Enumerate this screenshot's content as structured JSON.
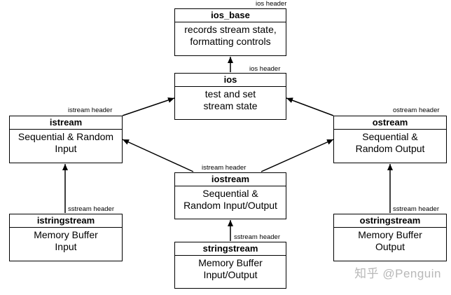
{
  "classes": {
    "ios_base": {
      "name": "ios_base",
      "desc": "records stream state,\nformatting controls",
      "header": "ios header"
    },
    "ios": {
      "name": "ios",
      "desc": "test and set\nstream state",
      "header": "ios header"
    },
    "istream": {
      "name": "istream",
      "desc": "Sequential & Random\nInput",
      "header": "istream header"
    },
    "ostream": {
      "name": "ostream",
      "desc": "Sequential &\nRandom Output",
      "header": "ostream header"
    },
    "iostream": {
      "name": "iostream",
      "desc": "Sequential &\nRandom Input/Output",
      "header": "istream header"
    },
    "istringstream": {
      "name": "istringstream",
      "desc": "Memory Buffer\nInput",
      "header": "sstream header"
    },
    "stringstream": {
      "name": "stringstream",
      "desc": "Memory Buffer\nInput/Output",
      "header": "sstream header"
    },
    "ostringstream": {
      "name": "ostringstream",
      "desc": "Memory Buffer\nOutput",
      "header": "sstream header"
    }
  },
  "relations": [
    {
      "from": "ios",
      "to": "ios_base"
    },
    {
      "from": "istream",
      "to": "ios"
    },
    {
      "from": "ostream",
      "to": "ios"
    },
    {
      "from": "iostream",
      "to": "istream"
    },
    {
      "from": "iostream",
      "to": "ostream"
    },
    {
      "from": "istringstream",
      "to": "istream"
    },
    {
      "from": "stringstream",
      "to": "iostream"
    },
    {
      "from": "ostringstream",
      "to": "ostream"
    }
  ],
  "watermark": "知乎 @Penguin"
}
